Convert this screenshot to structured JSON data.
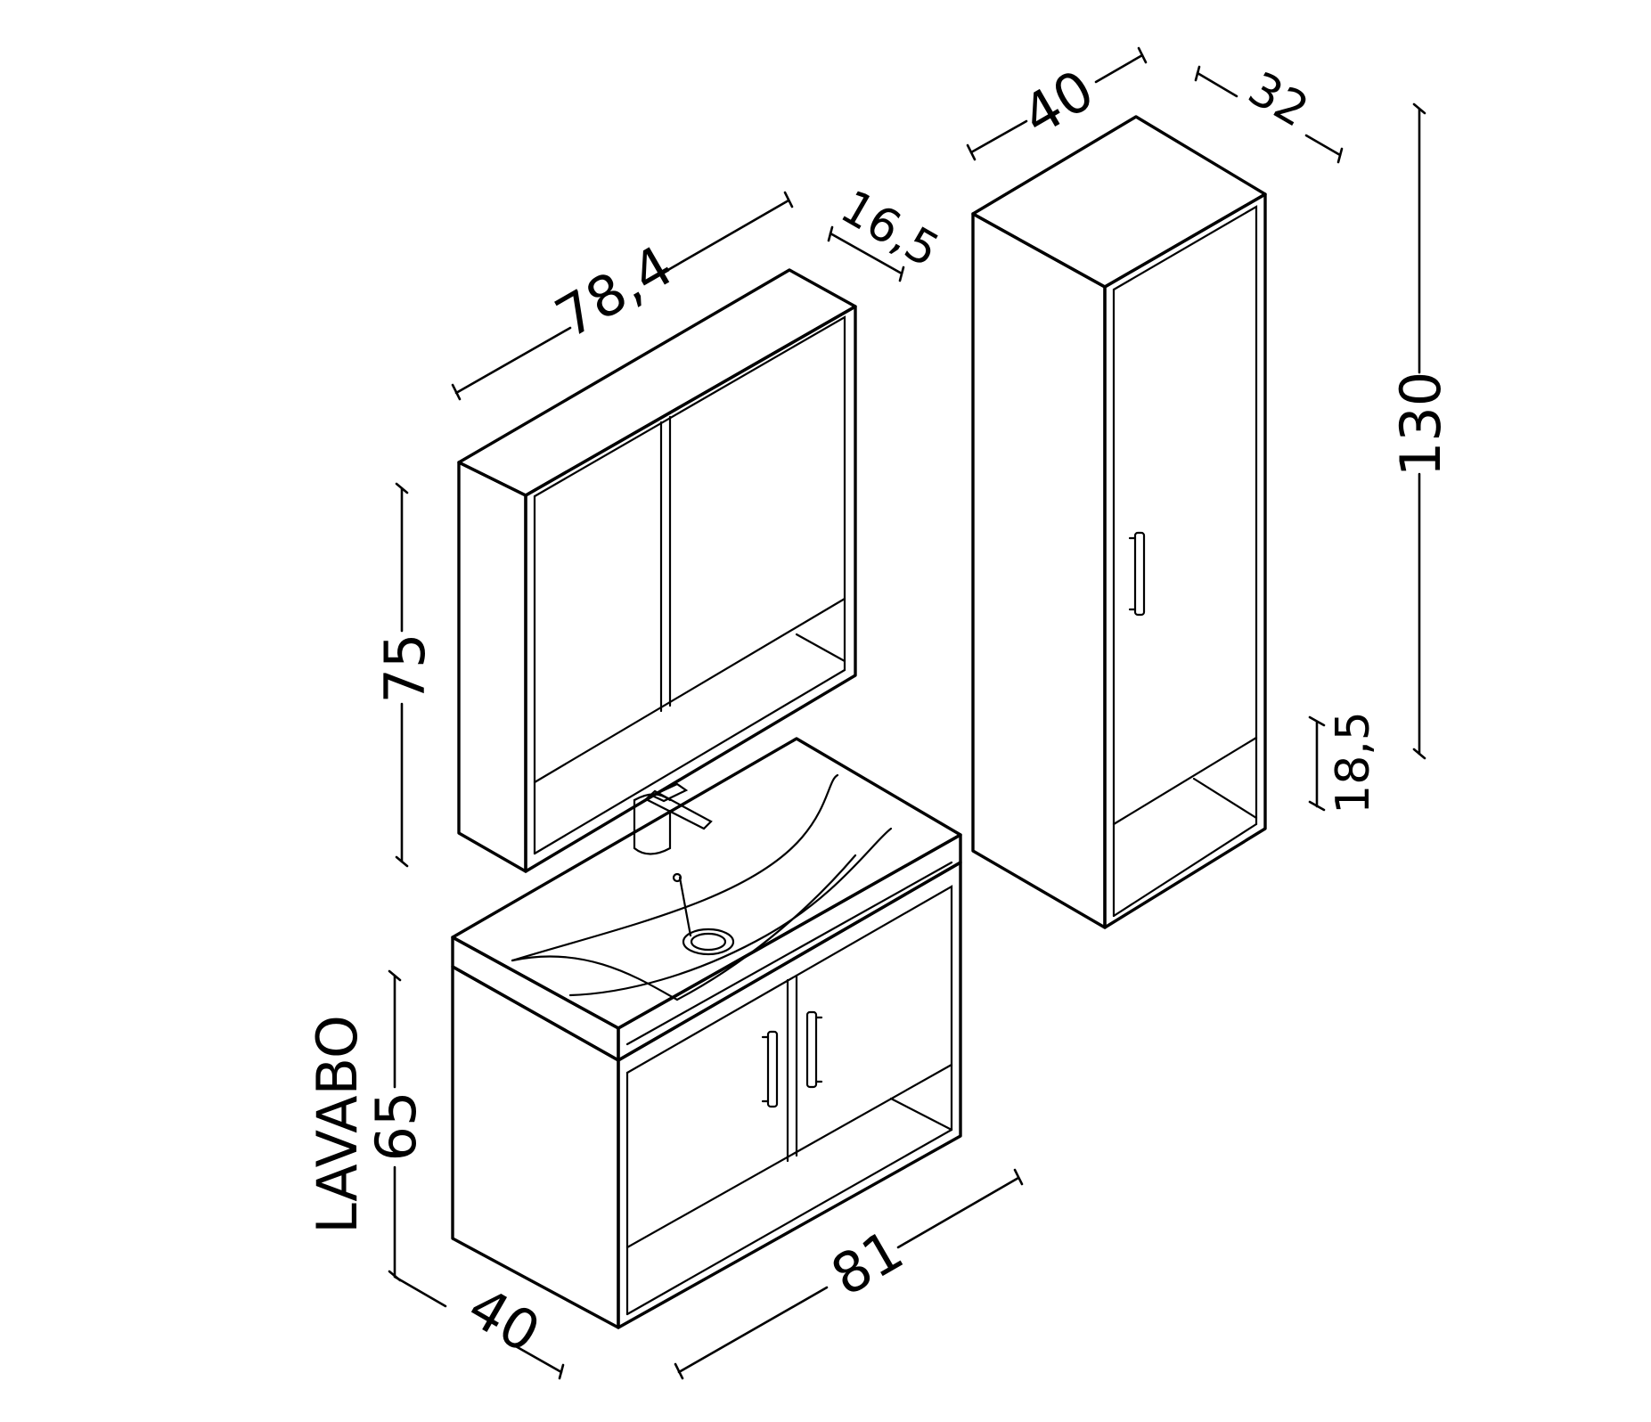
{
  "labels": {
    "mirror_width": "78,4",
    "mirror_depth": "16,5",
    "mirror_height": "75",
    "tall_width": "40",
    "tall_depth": "32",
    "tall_height": "130",
    "tall_shelf_height": "18,5",
    "sink_name": "LAVABO",
    "sink_height": "65",
    "sink_depth": "40",
    "sink_width": "81"
  }
}
